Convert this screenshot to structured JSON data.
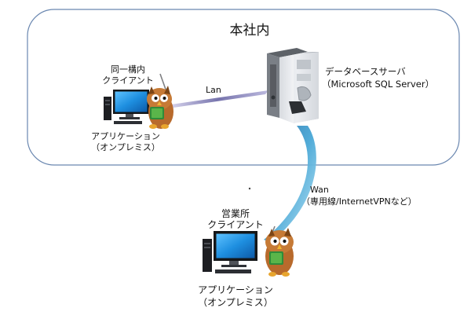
{
  "hq": {
    "title": "本社内"
  },
  "server": {
    "label": "データベースサーバ",
    "sublabel": "（Microsoft SQL Server）"
  },
  "lan": {
    "label": "Lan"
  },
  "wan": {
    "label": "Wan",
    "sublabel": "（専用線/InternetVPNなど）"
  },
  "local_client": {
    "label_line1": "同一構内",
    "label_line2": "クライアント",
    "app_line1": "アプリケーション",
    "app_line2": "（オンプレミス）"
  },
  "branch_client": {
    "label_line1": "営業所",
    "label_line2": "クライアント",
    "app_line1": "アプリケーション",
    "app_line2": "（オンプレミス）"
  },
  "colors": {
    "boundary": "#6a87b0",
    "lan_link": "#6f6ca8",
    "wan_link": "#2f8fc2",
    "monitor_screen": "#1e8fe0",
    "owl_body": "#b86a2c"
  },
  "icons": {
    "server": "tower-server-icon",
    "pc": "desktop-pc-icon",
    "mascot": "owl-mascot-icon"
  }
}
